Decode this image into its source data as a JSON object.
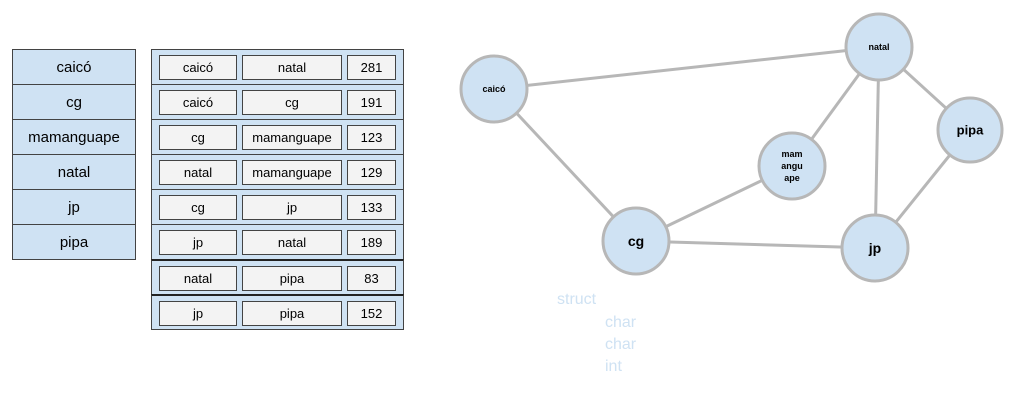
{
  "vertices": [
    "caicó",
    "cg",
    "mamanguape",
    "natal",
    "jp",
    "pipa"
  ],
  "edges": [
    {
      "from": "caicó",
      "to": "natal",
      "weight": "281"
    },
    {
      "from": "caicó",
      "to": "cg",
      "weight": "191"
    },
    {
      "from": "cg",
      "to": "mamanguape",
      "weight": "123"
    },
    {
      "from": "natal",
      "to": "mamanguape",
      "weight": "129"
    },
    {
      "from": "cg",
      "to": "jp",
      "weight": "133"
    },
    {
      "from": "jp",
      "to": "natal",
      "weight": "189"
    },
    {
      "from": "natal",
      "to": "pipa",
      "weight": "83"
    },
    {
      "from": "jp",
      "to": "pipa",
      "weight": "152"
    }
  ],
  "graph": {
    "nodes": [
      {
        "id": "caicó",
        "label_lines": [
          "caicó"
        ]
      },
      {
        "id": "natal",
        "label_lines": [
          "natal"
        ]
      },
      {
        "id": "pipa",
        "label_lines": [
          "pipa"
        ]
      },
      {
        "id": "mamanguape",
        "label_lines": [
          "mam",
          "angu",
          "ape"
        ]
      },
      {
        "id": "cg",
        "label_lines": [
          "cg"
        ]
      },
      {
        "id": "jp",
        "label_lines": [
          "jp"
        ]
      }
    ]
  },
  "struct_text": {
    "keyword": "struct",
    "fields": [
      "char",
      "char",
      "int"
    ]
  },
  "colors": {
    "node_fill": "#cfe2f3",
    "node_stroke": "#b7b7b7",
    "edge_stroke": "#b7b7b7",
    "cell_fill": "#f3f3f3",
    "struct_text": "#cfe2f3"
  }
}
